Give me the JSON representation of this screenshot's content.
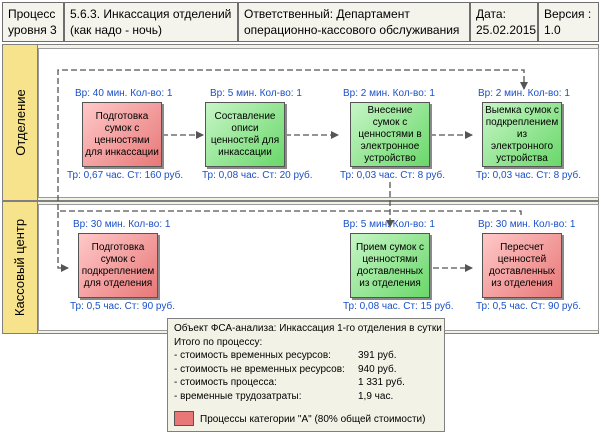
{
  "header": {
    "level": "Процесс\nуровня 3",
    "title": "5.6.3.  Инкассация отделений\n(как надо - ночь)",
    "responsible": "Ответственный: Департамент\nоперационно-кассового обслуживания",
    "date": "Дата:\n25.02.2015",
    "version": "Версия :\n1.0"
  },
  "lanes": {
    "top": "Отделение",
    "bottom": "Кассовый центр"
  },
  "processes": [
    {
      "label": "Подготовка сумок с ценностями для инкассации",
      "category": "A",
      "color": "#e87878",
      "top_meta": "Вр: 40 мин.  Кол-во: 1",
      "bottom_meta": "Тр: 0,67 час.  Ст: 160 руб."
    },
    {
      "label": "Составление описи ценностей для инкассации",
      "category": "",
      "color": "#6ad86a",
      "top_meta": "Вр: 5 мин.  Кол-во: 1",
      "bottom_meta": "Тр: 0,08 час.  Ст: 20 руб."
    },
    {
      "label": "Внесение сумок с ценностями в электронное устройство",
      "category": "",
      "color": "#6ad86a",
      "top_meta": "Вр: 2 мин.  Кол-во: 1",
      "bottom_meta": "Тр: 0,03 час.  Ст: 8 руб."
    },
    {
      "label": "Выемка сумок с подкреплением из электронного устройства",
      "category": "",
      "color": "#6ad86a",
      "top_meta": "Вр: 2 мин.  Кол-во: 1",
      "bottom_meta": "Тр: 0,03 час.  Ст: 8 руб."
    },
    {
      "label": "Подготовка сумок с подкреплением для отделения",
      "category": "A",
      "color": "#e87878",
      "top_meta": "Вр: 30 мин.  Кол-во: 1",
      "bottom_meta": "Тр: 0,5 час.  Ст: 90 руб."
    },
    {
      "label": "Прием сумок с ценностями доставленных из отделения",
      "category": "",
      "color": "#6ad86a",
      "top_meta": "Вр: 5 мин.  Кол-во: 1",
      "bottom_meta": "Тр: 0,08 час.  Ст: 15 руб."
    },
    {
      "label": "Пересчет ценностей доставленных из отделения",
      "category": "A",
      "color": "#e87878",
      "top_meta": "Вр: 30 мин.  Кол-во: 1",
      "bottom_meta": "Тр: 0,5 час.  Ст: 90 руб."
    }
  ],
  "summary": {
    "title": "Объект ФСА-анализа:  Инкассация 1-го отделения в сутки",
    "subtitle": "Итого по процессу:",
    "rows": [
      {
        "label": " - стоимость временных ресурсов:",
        "value": "391 руб."
      },
      {
        "label": " - стоимость не временных ресурсов:",
        "value": "940 руб."
      },
      {
        "label": " - стоимость процесса:",
        "value": "1 331 руб."
      },
      {
        "label": " - временные трудозатраты:",
        "value": "1,9 час."
      }
    ],
    "legend": "Процессы категории \"А\" (80% общей стоимости)",
    "legend_color": "#e87878"
  }
}
